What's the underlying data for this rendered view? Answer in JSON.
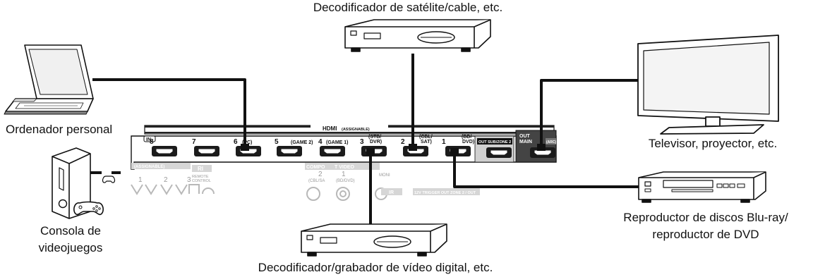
{
  "captions": {
    "satellite": "Decodificador de satélite/cable, etc.",
    "pc": "Ordenador personal",
    "console_line1": "Consola de",
    "console_line2": "videojuegos",
    "tv": "Televisor, proyector, etc.",
    "bluray_line1": "Reproductor de discos Blu-ray/",
    "bluray_line2": "reproductor de DVD",
    "dvr": "Decodificador/grabador de vídeo digital, etc."
  },
  "panel": {
    "hdmi_title": "HDMI",
    "assignable": "(ASSIGNABLE)",
    "in_label": "IN",
    "out_sub_label": "OUT SUB/ZONE 2",
    "out_main_label_1": "OUT",
    "out_main_label_2": "MAIN",
    "arc_label": "(ARC)",
    "inputs": [
      {
        "number": "8",
        "label": ""
      },
      {
        "number": "7",
        "label": ""
      },
      {
        "number": "6",
        "label": "(PC)"
      },
      {
        "number": "5",
        "label": "(GAME 2)"
      },
      {
        "number": "4",
        "label": "(GAME 1)"
      },
      {
        "number": "3",
        "label_line1": "(STB/",
        "label_line2": "DVR)"
      },
      {
        "number": "2",
        "label_line1": "(CBL/",
        "label_line2": "SAT)"
      },
      {
        "number": "1",
        "label_line1": "(BD/",
        "label_line2": "DVD)"
      }
    ],
    "lower": {
      "assignable": "(ASSIGNABLE)",
      "numbers": [
        "1",
        "2",
        "3"
      ],
      "ri": "RI",
      "remote_1": "REMOTE",
      "remote_2": "CONTROL",
      "component": "COMPO",
      "comp_num": "2",
      "comp_sub": "(CBL/SA",
      "video_label": "T VIDEO",
      "video_num": "1",
      "video_sub": "(BD/DVD)",
      "monitor": "MONI",
      "ir": "IR",
      "trigger": "12V TRIGGER OUT ZONE 2 / OUT"
    }
  }
}
